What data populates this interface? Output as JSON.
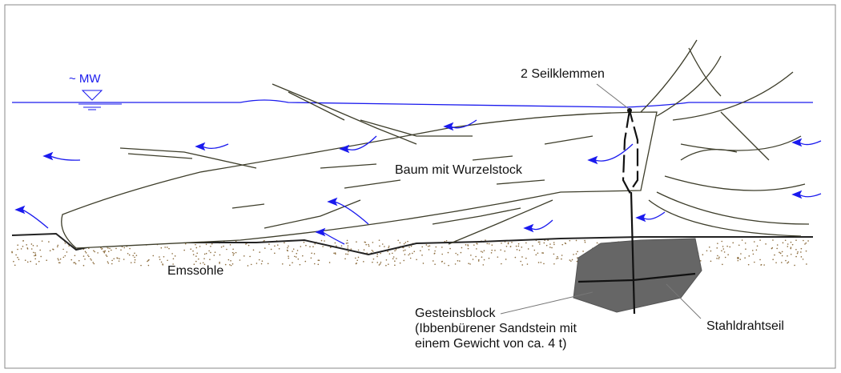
{
  "labels": {
    "water_level": "~ MW",
    "clamps": "2 Seilklemmen",
    "tree": "Baum mit Wurzelstock",
    "riverbed": "Emssohle",
    "rock_line1": "Gesteinsblock",
    "rock_line2": "(Ibbenbürener Sandstein mit",
    "rock_line3": "einem Gewicht von ca. 4 t)",
    "cable": "Stahldrahtseil"
  },
  "colors": {
    "water": "#1a1aee",
    "tree": "#3d3d2a",
    "rock": "#666666",
    "sediment": "#8a6a3a"
  }
}
